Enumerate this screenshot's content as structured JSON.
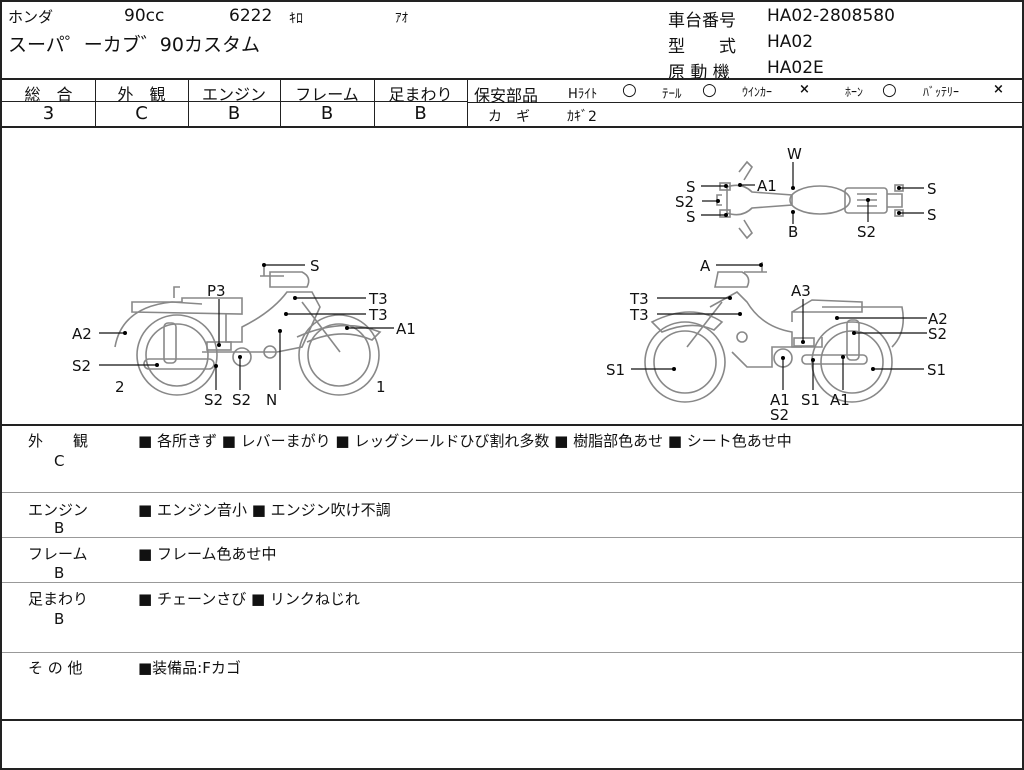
{
  "header": {
    "maker": "ホンダ",
    "displacement": "90cc",
    "mileage": "6222",
    "mileage_unit": "ｷﾛ",
    "color": "ｱｵ",
    "model_name": "スーパ゜ーカブ゛90カスタム",
    "frame_no_label": "車台番号",
    "frame_no": "HA02-2808580",
    "type_label": "型　　式",
    "type": "HA02",
    "engine_label": "原 動 機",
    "engine": "HA02E"
  },
  "grades": {
    "headers": [
      "総　合",
      "外　観",
      "エンジン",
      "フレーム",
      "足まわり"
    ],
    "values": [
      "3",
      "C",
      "B",
      "B",
      "B"
    ]
  },
  "safety": {
    "label": "保安部品",
    "items": [
      {
        "name": "Hﾗｲﾄ",
        "mark": "○"
      },
      {
        "name": "ﾃｰﾙ",
        "mark": "○"
      },
      {
        "name": "ｳｲﾝｶｰ",
        "mark": "×"
      },
      {
        "name": "ﾎｰﾝ",
        "mark": "○"
      },
      {
        "name": "ﾊﾞｯﾃﾘｰ",
        "mark": "×"
      }
    ],
    "key_label": "カ　ギ",
    "key_value": "ｶｷﾞ2"
  },
  "diagram": {
    "left_bike": {
      "labels": [
        "S",
        "P3",
        "T3",
        "T3",
        "A2",
        "A1",
        "S2",
        "2",
        "1",
        "S2",
        "S2",
        "N"
      ]
    },
    "top_bike": {
      "labels": [
        "W",
        "A1",
        "S",
        "S2",
        "S",
        "B",
        "S2",
        "S",
        "S"
      ]
    },
    "right_bike": {
      "labels": [
        "A",
        "T3",
        "T3",
        "A3",
        "A2",
        "S2",
        "S1",
        "S1",
        "A1",
        "S1",
        "A1",
        "S2"
      ]
    }
  },
  "notes": [
    {
      "category": "外　　観",
      "grade": "C",
      "text": "■ 各所きず ■ レバーまがり ■ レッグシールドひび割れ多数 ■ 樹脂部色あせ ■ シート色あせ中"
    },
    {
      "category": "エンジン",
      "grade": "B",
      "text": "■ エンジン音小 ■ エンジン吹け不調"
    },
    {
      "category": "フレーム",
      "grade": "B",
      "text": "■ フレーム色あせ中"
    },
    {
      "category": "足まわり",
      "grade": "B",
      "text": "■ チェーンさび ■ リンクねじれ"
    },
    {
      "category": "そ の 他",
      "grade": "",
      "text": "■装備品:Fカゴ"
    }
  ]
}
